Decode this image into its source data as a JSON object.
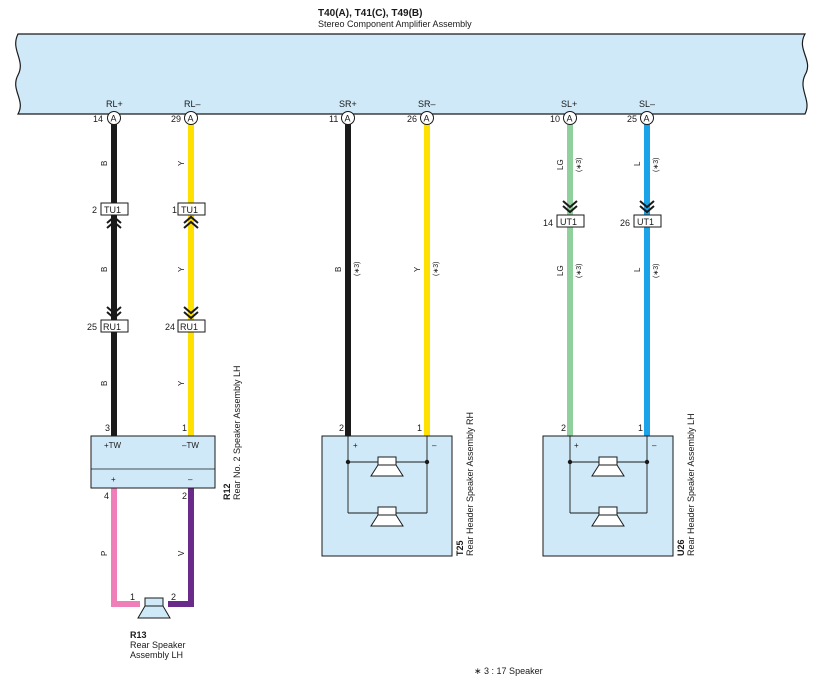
{
  "header": {
    "title": "T40(A), T41(C), T49(B)",
    "subtitle": "Stereo Component Amplifier Assembly"
  },
  "colors": {
    "component_fill": "#cfe9f8",
    "black_wire": "#1a1a1a",
    "yellow_wire": "#ffe000",
    "lightgreen_wire": "#8fd09c",
    "blue_wire": "#1aa3e8",
    "pink_wire": "#ef7fb8",
    "violet_wire": "#6a2a8a"
  },
  "amp_pins": [
    {
      "signal": "RL+",
      "pin": "14",
      "conn": "A"
    },
    {
      "signal": "RL–",
      "pin": "29",
      "conn": "A"
    },
    {
      "signal": "SR+",
      "pin": "11",
      "conn": "A"
    },
    {
      "signal": "SR–",
      "pin": "26",
      "conn": "A"
    },
    {
      "signal": "SL+",
      "pin": "10",
      "conn": "A"
    },
    {
      "signal": "SL–",
      "pin": "25",
      "conn": "A"
    }
  ],
  "wire_codes": {
    "rl_plus": "B",
    "rl_minus": "Y",
    "sr_plus": "B",
    "sr_minus": "Y",
    "sl_plus": "LG",
    "sl_minus": "L",
    "r13_plus": "P",
    "r13_minus": "V"
  },
  "note_mark": "(∗3)",
  "junctions": {
    "tu1_left": {
      "pin": "2",
      "name": "TU1"
    },
    "tu1_right": {
      "pin": "1",
      "name": "TU1"
    },
    "ru1_left": {
      "pin": "25",
      "name": "RU1"
    },
    "ru1_right": {
      "pin": "24",
      "name": "RU1"
    },
    "ut1_left": {
      "pin": "14",
      "name": "UT1"
    },
    "ut1_right": {
      "pin": "26",
      "name": "UT1"
    }
  },
  "r12": {
    "code": "R12",
    "name": "Rear No. 2 Speaker Assembly LH",
    "pin_tw_plus": "3",
    "pin_tw_minus": "1",
    "label_tw_plus": "+TW",
    "label_tw_minus": "–TW",
    "label_plus": "+",
    "label_minus": "–",
    "pin_plus": "4",
    "pin_minus": "2"
  },
  "t25": {
    "code": "T25",
    "name": "Rear Header Speaker Assembly RH",
    "pin_plus": "2",
    "pin_minus": "1",
    "label_plus": "+",
    "label_minus": "–"
  },
  "u26": {
    "code": "U26",
    "name": "Rear Header Speaker Assembly LH",
    "pin_plus": "2",
    "pin_minus": "1",
    "label_plus": "+",
    "label_minus": "–"
  },
  "r13": {
    "code": "R13",
    "name_line1": "Rear Speaker",
    "name_line2": "Assembly LH",
    "pin_plus": "1",
    "pin_minus": "2"
  },
  "footnote": "∗ 3 : 17 Speaker"
}
